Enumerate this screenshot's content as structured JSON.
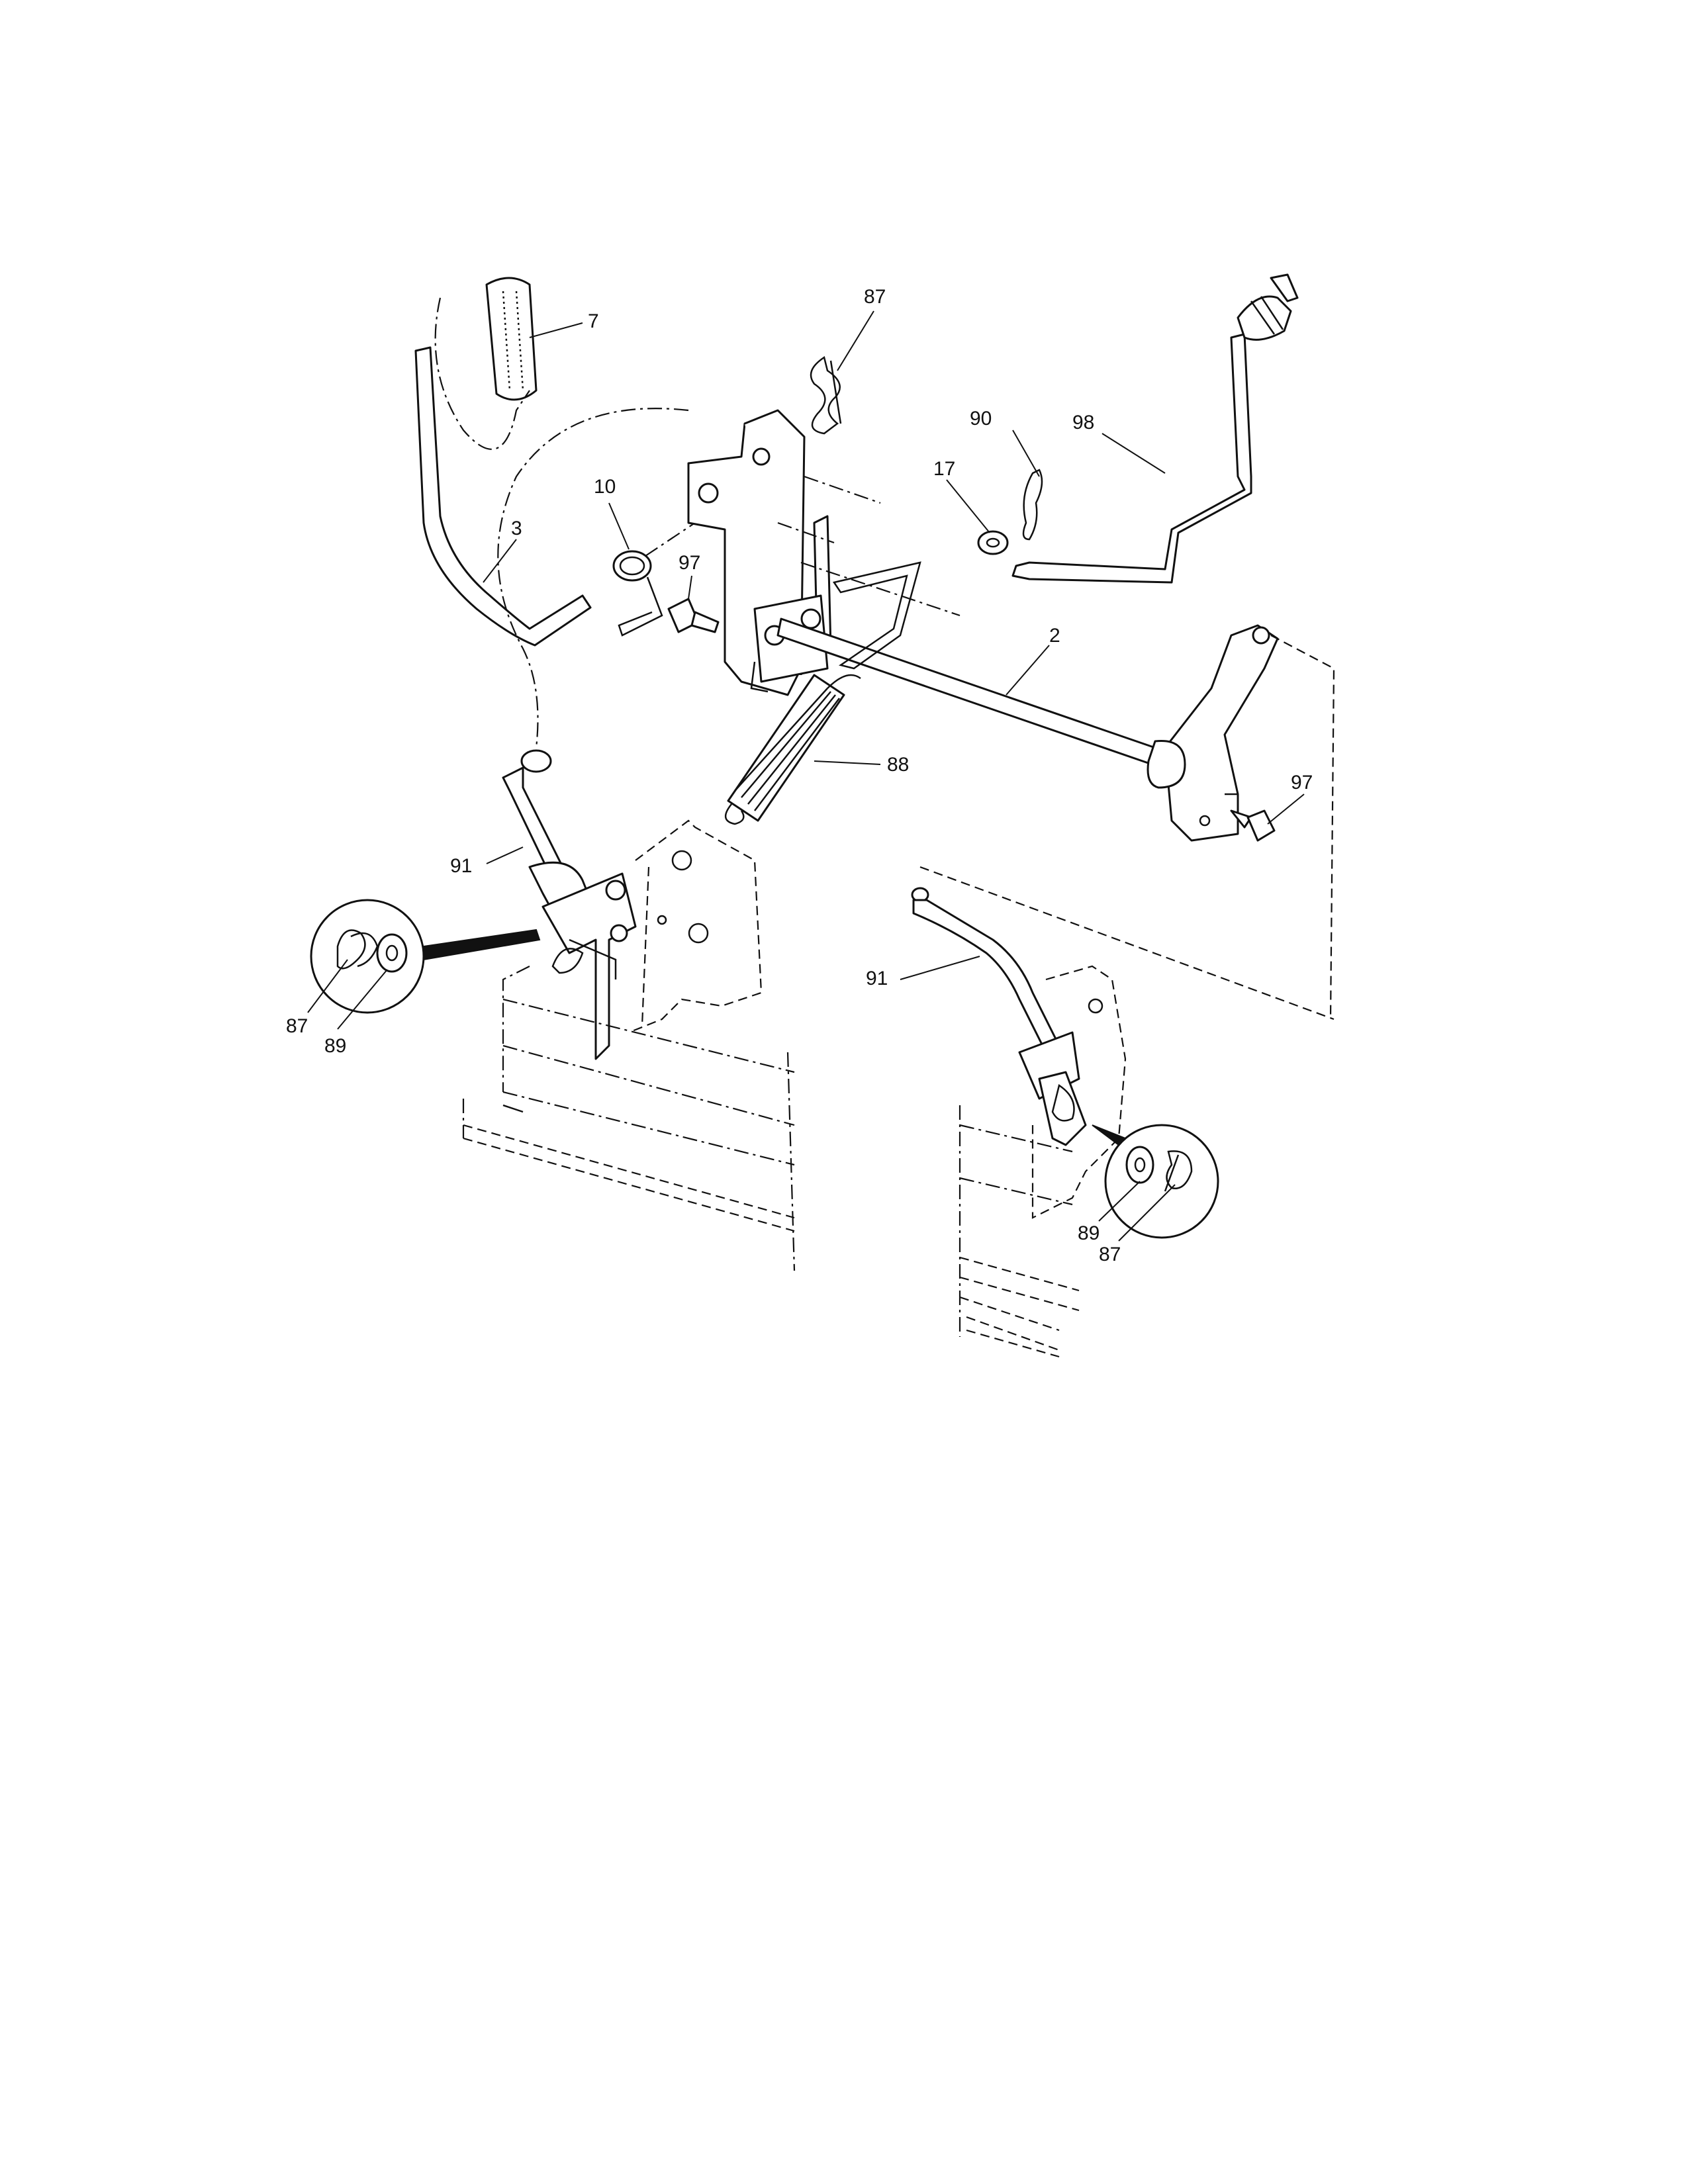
{
  "callouts": {
    "c7": "7",
    "c87_top": "87",
    "c90": "90",
    "c98": "98",
    "c17": "17",
    "c10": "10",
    "c3": "3",
    "c97_left": "97",
    "c2": "2",
    "c88": "88",
    "c97_right": "97",
    "c91_left": "91",
    "c87_left": "87",
    "c89_left": "89",
    "c91_right": "91",
    "c89_right": "89",
    "c87_right": "87"
  }
}
